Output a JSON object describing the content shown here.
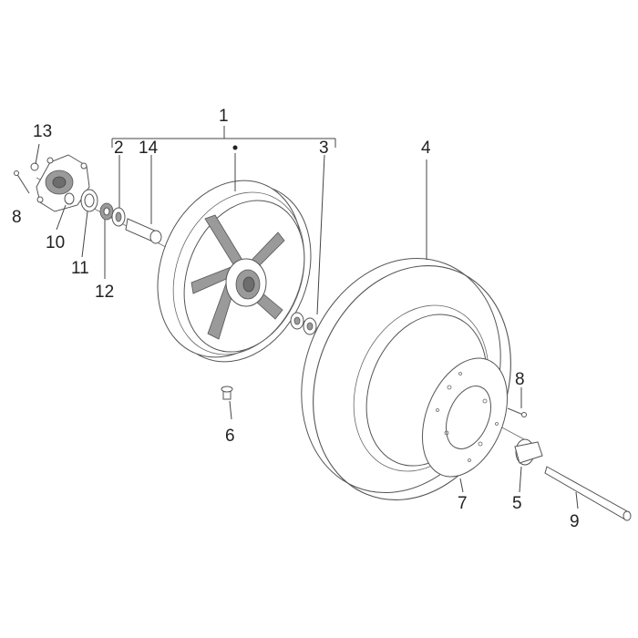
{
  "diagram": {
    "callouts": {
      "c1": "1",
      "c2": "2",
      "c3": "3",
      "c4": "4",
      "c5": "5",
      "c6": "6",
      "c7": "7",
      "c8a": "8",
      "c8b": "8",
      "c9": "9",
      "c10": "10",
      "c11": "11",
      "c12": "12",
      "c13": "13",
      "c14": "14"
    }
  }
}
